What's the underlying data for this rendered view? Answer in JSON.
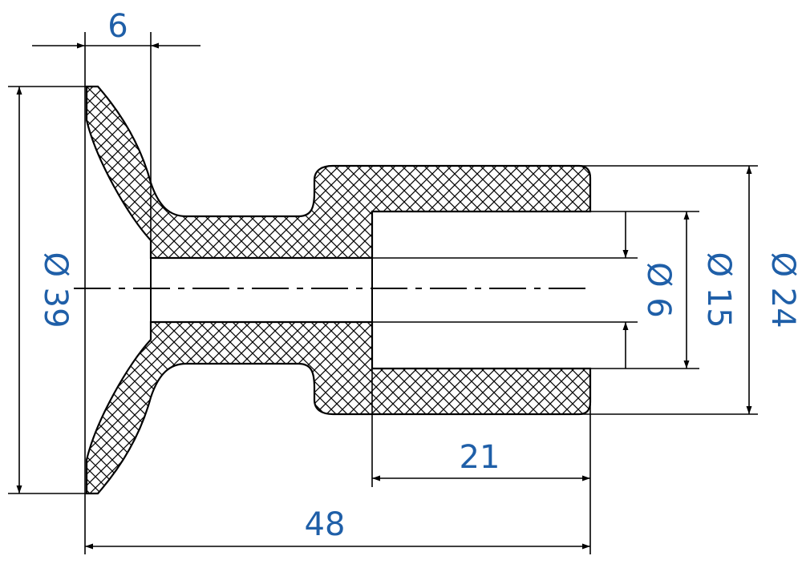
{
  "colors": {
    "dimension_text": "#1f5fa8",
    "lines": "#000000",
    "background": "#ffffff"
  },
  "dimensions": {
    "flange_thickness": "6",
    "outer_diameter": "Ø 39",
    "body_diameter": "Ø 24",
    "bore_diameter": "Ø 15",
    "hole_diameter": "Ø 6",
    "bore_depth": "21",
    "overall_length": "48"
  }
}
